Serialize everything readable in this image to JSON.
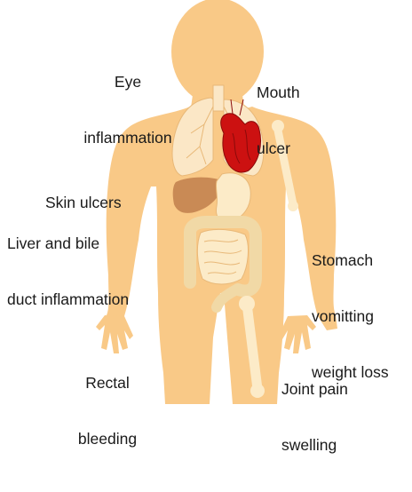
{
  "labels": {
    "eye": [
      "Eye",
      "inflammation"
    ],
    "mouth": [
      "Mouth",
      "ulcer"
    ],
    "skin": [
      "Skin ulcers"
    ],
    "liver": [
      "Liver and bile",
      "duct inflammation"
    ],
    "stomach": [
      "Stomach",
      "vomitting",
      "weight loss"
    ],
    "rectal": [
      "Rectal",
      "bleeding"
    ],
    "joint": [
      "Joint pain",
      "swelling"
    ]
  },
  "colors": {
    "body": "#f9c987",
    "lung": "#fbe7c6",
    "lung_line": "#e8b878",
    "heart": "#cc1111",
    "liver": "#c98a55",
    "organ": "#fcebc8",
    "bone": "#fcebc8"
  }
}
